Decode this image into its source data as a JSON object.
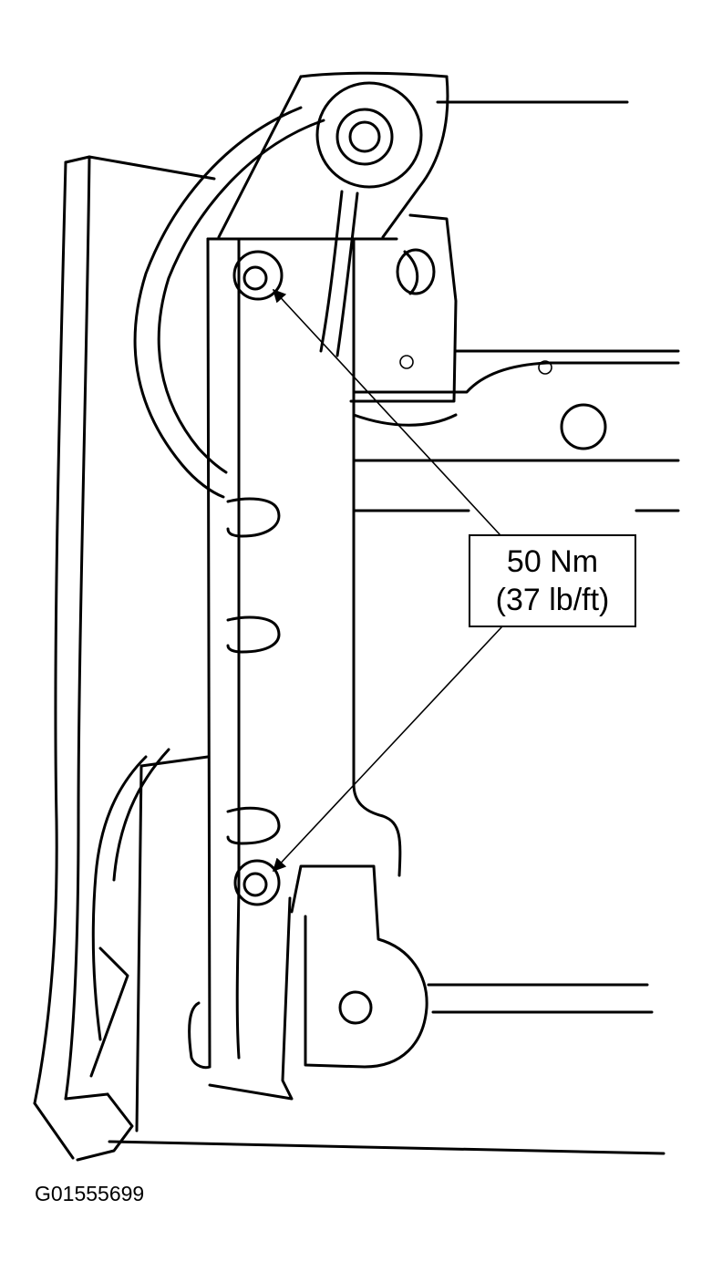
{
  "callout": {
    "line1": "50 Nm",
    "line2": "(37 lb/ft)"
  },
  "figure_id": "G01555699",
  "colors": {
    "ink": "#000000",
    "paper": "#ffffff"
  }
}
